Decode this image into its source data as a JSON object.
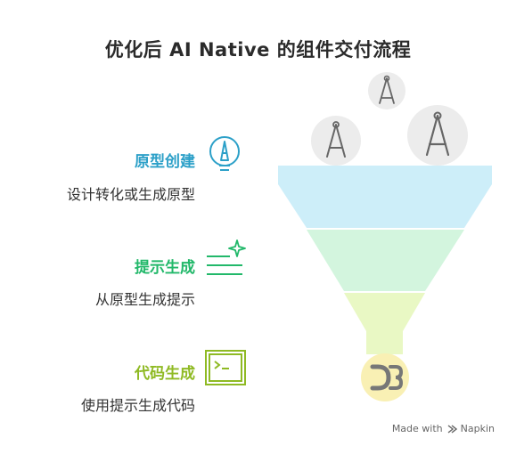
{
  "title": "优化后 AI Native 的组件交付流程",
  "stages": [
    {
      "label": "原型创建",
      "description": "设计转化或生成原型",
      "color": "#2ca0c8",
      "icon": "pencil-bulb-icon"
    },
    {
      "label": "提示生成",
      "description": "从原型生成提示",
      "color": "#22b86a",
      "icon": "sparkle-lines-icon"
    },
    {
      "label": "代码生成",
      "description": "使用提示生成代码",
      "color": "#8fba24",
      "icon": "terminal-icon"
    }
  ],
  "funnel": {
    "layer_colors": [
      "#cdeef9",
      "#d3f5de",
      "#e9f8c4"
    ],
    "output_icon": "d3-logo-icon",
    "floating_icons": [
      "drafting-compass-icon",
      "drafting-compass-icon",
      "drafting-compass-icon"
    ]
  },
  "footer": {
    "text": "Made with",
    "brand": "Napkin",
    "icon": "napkin-logo-icon"
  }
}
